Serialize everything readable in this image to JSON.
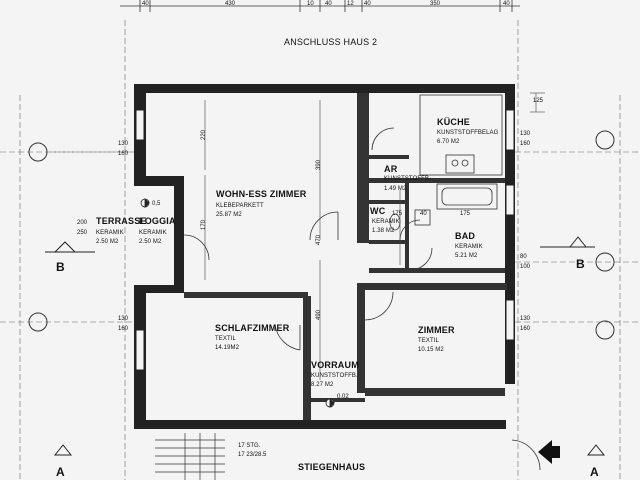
{
  "header": {
    "title": "ANSCHLUSS HAUS 2"
  },
  "top_dims": [
    "40",
    "430",
    "10",
    "40",
    "12",
    "40",
    "350",
    "40"
  ],
  "rooms": {
    "wohn": {
      "name": "WOHN-ESS ZIMMER",
      "floor": "KLEBEPARKETT",
      "area": "25.87 M2"
    },
    "kueche": {
      "name": "KÜCHE",
      "floor": "KUNSTSTOFFBELAG",
      "area": "6.70 M2"
    },
    "ar": {
      "name": "AR",
      "floor": "KUNSTSTOFFB.",
      "area": "1.49 M2"
    },
    "wc": {
      "name": "WC",
      "floor": "KERAMIK",
      "area": "1.38 M2"
    },
    "bad": {
      "name": "BAD",
      "floor": "KERAMIK",
      "area": "5.21 M2"
    },
    "terrasse": {
      "name": "TERRASSE",
      "floor": "KERAMIK",
      "area": "2.50 M2"
    },
    "loggia": {
      "name": "LOGGIA",
      "floor": "KERAMIK",
      "area": "2.50 M2"
    },
    "schlaf": {
      "name": "SCHLAFZIMMER",
      "floor": "TEXTIL",
      "area": "14.19M2"
    },
    "zimmer": {
      "name": "ZIMMER",
      "floor": "TEXTIL",
      "area": "10.15 M2"
    },
    "vorraum": {
      "name": "VORRAUM",
      "floor": "KUNSTSTOFFB.",
      "area": "8.27 M2"
    },
    "stiegen": {
      "name": "STIEGENHAUS"
    }
  },
  "section_marks": {
    "left_b": "B",
    "right_b": "B",
    "left_a": "A",
    "right_a": "A"
  },
  "dims": {
    "d_220": "220",
    "d_170": "170",
    "d_390": "390",
    "d_470": "470",
    "d_490": "490",
    "d_130a": "130",
    "d_160a": "160",
    "d_200": "200",
    "d_250": "250",
    "d_130b": "130",
    "d_160b": "160",
    "d_130c": "130",
    "d_160c": "160",
    "d_130d": "130",
    "d_160d": "160",
    "d_80": "80",
    "d_100": "100",
    "d_125": "125",
    "d_175a": "175",
    "d_175b": "175",
    "d_40": "40",
    "d_0_5": "0,5",
    "d_0_02": "0.02",
    "stair_1": "17 STG.",
    "stair_2": "17 23/28.5"
  },
  "colors": {
    "wall": "#222222",
    "line": "#333333",
    "paper": "#f4f4f4"
  }
}
